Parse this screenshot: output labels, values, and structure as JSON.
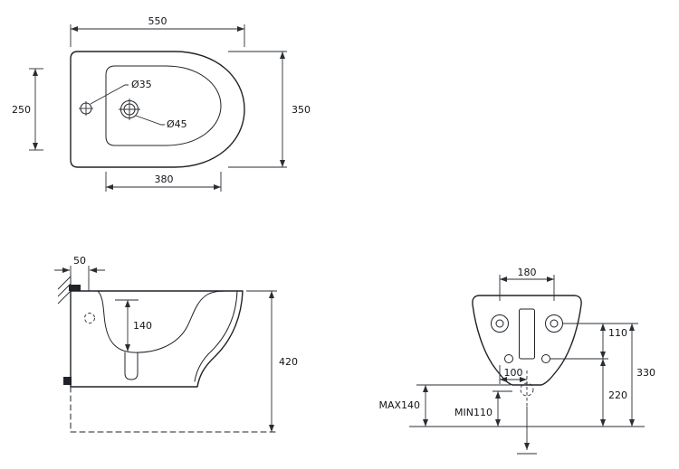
{
  "views": {
    "plan": {
      "overall_width": "550",
      "overall_depth": "350",
      "left_depth": "250",
      "faucet_hole": "Ø35",
      "spray_hole": "Ø45",
      "basin_width": "380"
    },
    "side": {
      "rear_ledge": "50",
      "bowl_depth": "140",
      "overall_height": "420"
    },
    "rear": {
      "fixing_hole_spacing": "180",
      "upper_span": "110",
      "total_span": "330",
      "lower_span": "220",
      "drain_offset": "100",
      "drain_height_max": "MAX140",
      "drain_height_min": "MIN110"
    }
  }
}
